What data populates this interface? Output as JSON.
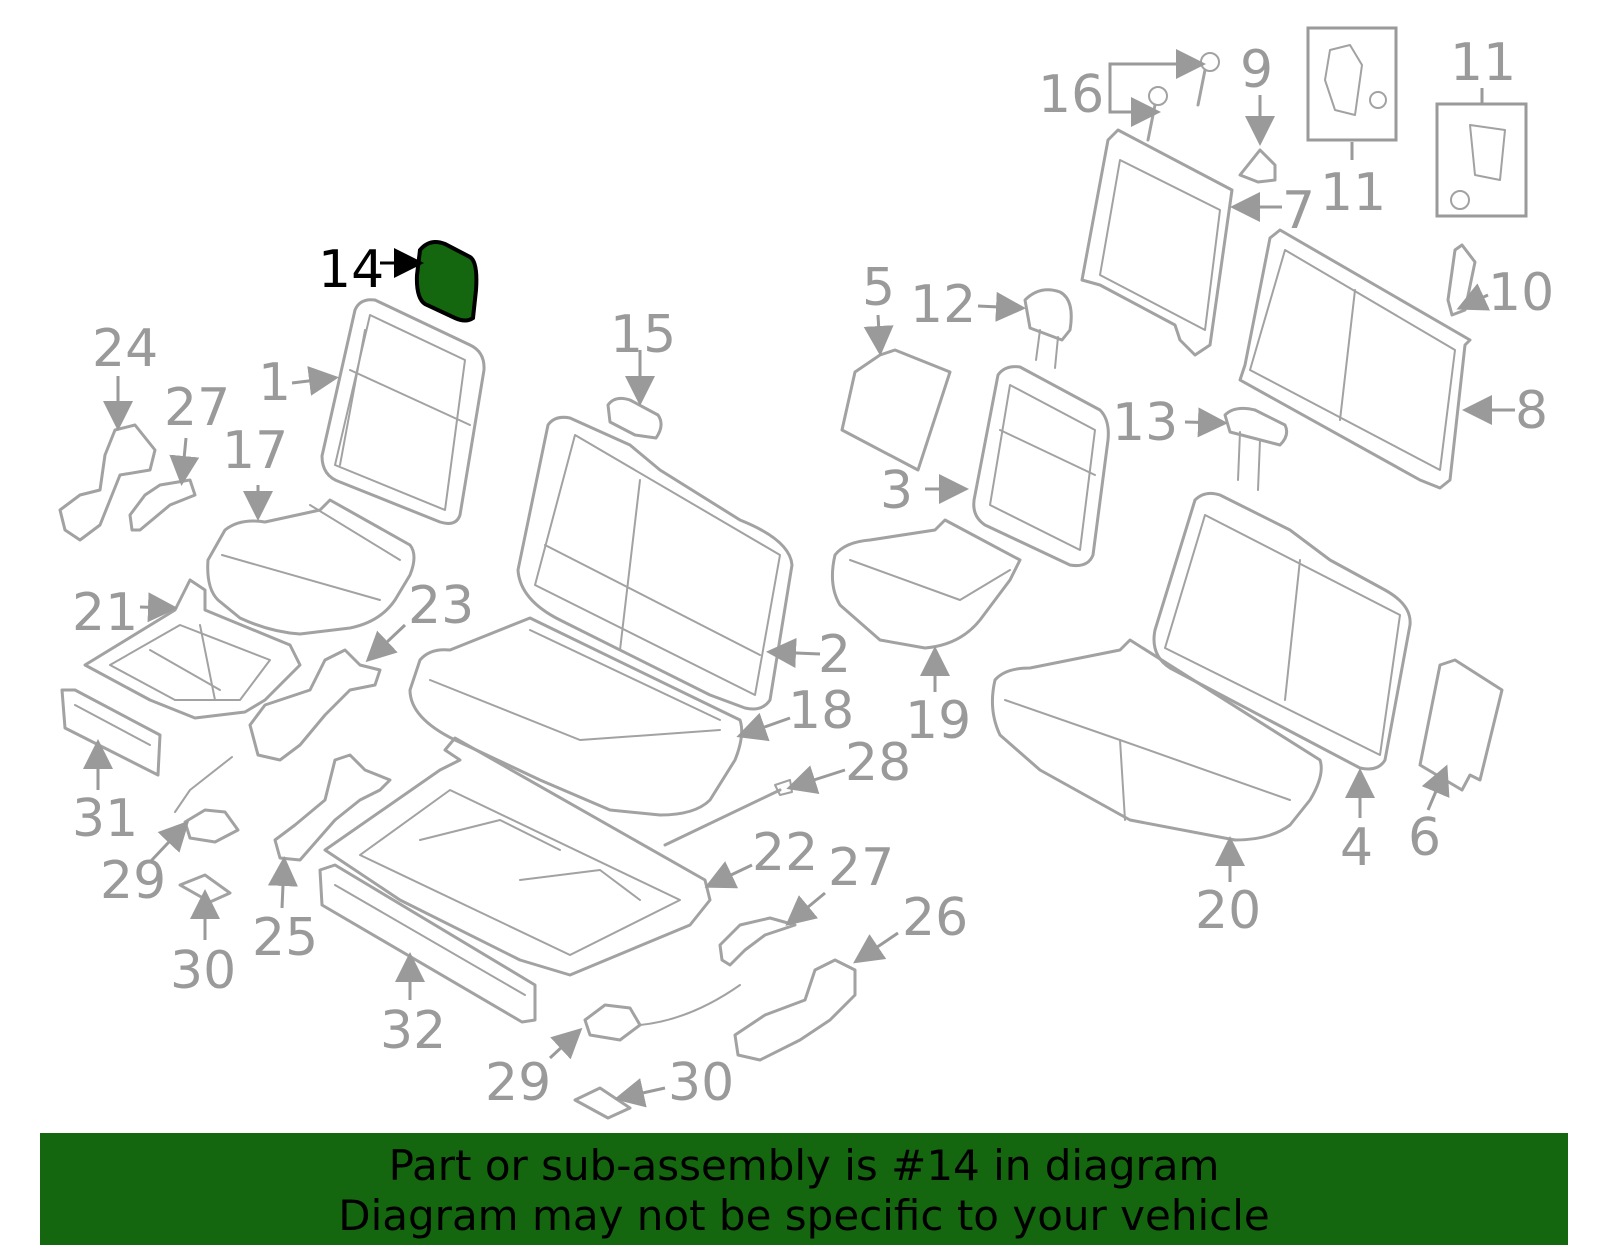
{
  "diagram": {
    "highlight_part": "14",
    "highlight_color": "#14660f",
    "part_stroke_color": "#a2a2a2",
    "callouts": [
      "14",
      "24",
      "27",
      "1",
      "17",
      "21",
      "23",
      "31",
      "29",
      "30",
      "25",
      "32",
      "15",
      "2",
      "18",
      "28",
      "22",
      "27",
      "26",
      "29",
      "30",
      "16",
      "9",
      "11",
      "11",
      "7",
      "5",
      "12",
      "10",
      "13",
      "8",
      "3",
      "19",
      "20",
      "4",
      "6"
    ]
  },
  "banner": {
    "line1": "Part or sub-assembly is #14 in diagram",
    "line2": "Diagram may not be specific to your vehicle",
    "background": "#14660f"
  }
}
